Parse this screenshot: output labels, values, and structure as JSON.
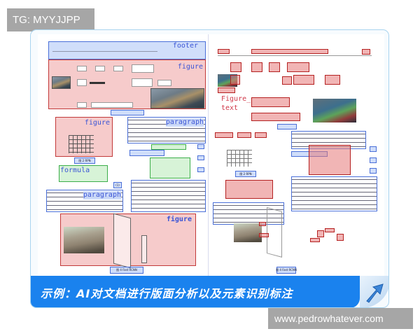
{
  "watermark_top": "TG: MYYJJPP",
  "watermark_bottom": "www.pedrowhatever.com",
  "banner": {
    "text": "示例：AI对文档进行版面分析以及元素识别标注"
  },
  "left_page": {
    "labels": {
      "footer": "footer",
      "figure_top": "figure",
      "figure_rpn": "figure",
      "paragraph_right": "paragraph",
      "formula": "formula",
      "paragraph_left": "paragraph",
      "figure_bottom": "figure"
    },
    "captions": {
      "fig2": "图 2  RPN",
      "fig4": "图 4  Fast RCNN",
      "eq1": "(1)"
    }
  },
  "right_page": {
    "labels": {
      "figure_text": "Figure_\ntext"
    },
    "captions": {
      "fig2": "图 2  RPN",
      "fig4": "图 4  Fast RCNN"
    }
  },
  "colors": {
    "paragraph": "#4a6fd8",
    "figure": "#c23a3a",
    "formula": "#3cae4a",
    "banner": "#1a82ee"
  },
  "icons": [
    "arrow-logo-icon"
  ]
}
